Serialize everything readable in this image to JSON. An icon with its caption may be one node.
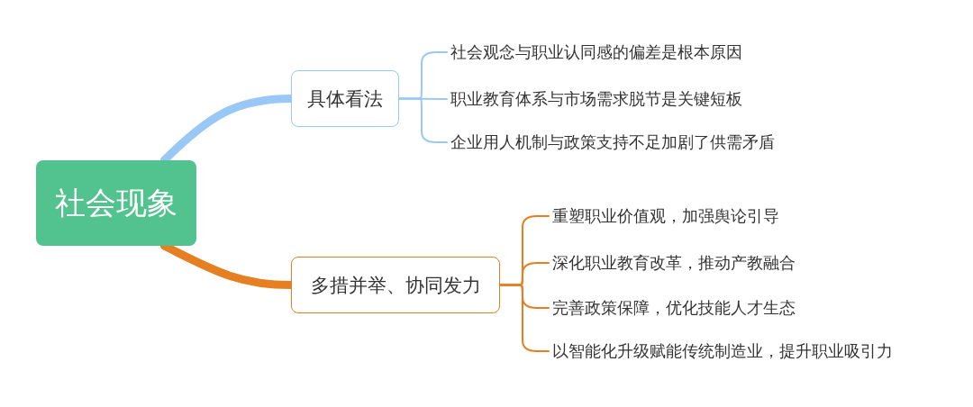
{
  "diagram": {
    "nodes": [
      {
        "text": [
          "社会现象"
        ]
      },
      {
        "text": [
          "具体看法"
        ]
      },
      {
        "text": [
          "多措并举、协同发力"
        ]
      },
      {
        "text": [
          "社会观念与职业认同感的偏差是根本原因"
        ]
      },
      {
        "text": [
          "职业教育体系与市场需求脱节是关键短板"
        ]
      },
      {
        "text": [
          "企业用人机制与政策支持不足加剧了供需矛盾"
        ]
      },
      {
        "text": [
          "重塑职业价值观，加强舆论引导"
        ]
      },
      {
        "text": [
          "深化职业教育改革，推动产教融合"
        ]
      },
      {
        "text": [
          "完善政策保障，优化技能人才生态"
        ]
      },
      {
        "text": [
          "以智能化升级赋能传统制造业，提升职业吸引力"
        ]
      }
    ],
    "edges": [
      {
        "from": 0,
        "to": 1,
        "arrow": "none",
        "style": "thick",
        "color": "#99c8f7"
      },
      {
        "from": 0,
        "to": 2,
        "arrow": "none",
        "style": "thick",
        "color": "#e67e22"
      },
      {
        "from": 1,
        "to": 3,
        "arrow": "none",
        "color": "#99c8f7"
      },
      {
        "from": 1,
        "to": 4,
        "arrow": "none",
        "color": "#99c8f7"
      },
      {
        "from": 1,
        "to": 5,
        "arrow": "none",
        "color": "#99c8f7"
      },
      {
        "from": 2,
        "to": 6,
        "arrow": "none",
        "color": "#e67e22"
      },
      {
        "from": 2,
        "to": 7,
        "arrow": "none",
        "color": "#e67e22"
      },
      {
        "from": 2,
        "to": 8,
        "arrow": "none",
        "color": "#e67e22"
      },
      {
        "from": 2,
        "to": 9,
        "arrow": "none",
        "color": "#e67e22"
      }
    ]
  }
}
